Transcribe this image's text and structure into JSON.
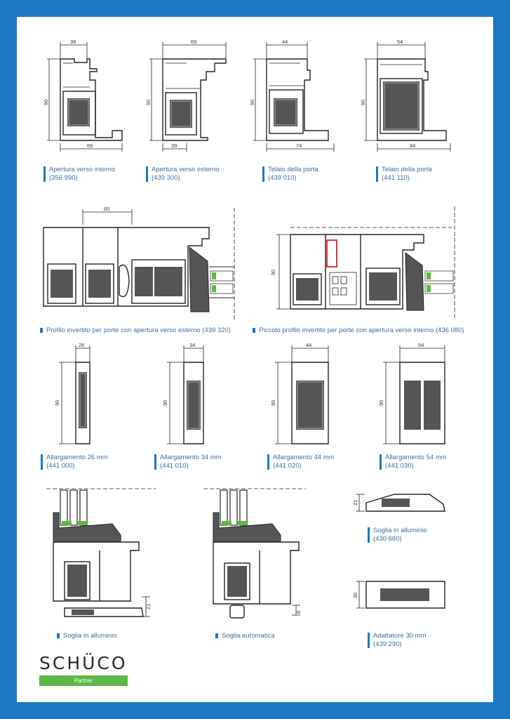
{
  "brand": {
    "logo_text": "SCHÜCO",
    "partner_label": "Partner",
    "frame_color": "#1a78c2",
    "accent_green": "#5cb846"
  },
  "row1": [
    {
      "name": "Apertura verso interno",
      "code": "(356 990)",
      "top_dim": "39",
      "height_dim": "90",
      "bottom_dim": "69"
    },
    {
      "name": "Apertura verso esterno",
      "code": "(439 300)",
      "top_dim": "69",
      "height_dim": "90",
      "bottom_dim": "39"
    },
    {
      "name": "Telaio della porta",
      "code": "(439 010)",
      "top_dim": "44",
      "height_dim": "90",
      "bottom_dim": "74"
    },
    {
      "name": "Telaio della porta",
      "code": "(441 110)",
      "top_dim": "54",
      "height_dim": "90",
      "bottom_dim": "84"
    }
  ],
  "row2": [
    {
      "caption": "Profilo invertito per porte con apertura verso esterno (439 320)",
      "top_dim": "60"
    },
    {
      "caption": "Piccolo profilo invertito per porte con apertura verso interno (436 080)",
      "height_dim": "90"
    }
  ],
  "row3": [
    {
      "name": "Allargamento 26 mm",
      "code": "(441 000)",
      "top_dim": "26",
      "height_dim": "90"
    },
    {
      "name": "Allargamento 34 mm",
      "code": "(441 010)",
      "top_dim": "34",
      "height_dim": "90"
    },
    {
      "name": "Allargamento 44 mm",
      "code": "(441 020)",
      "top_dim": "44",
      "height_dim": "90"
    },
    {
      "name": "Allargamento 54 mm",
      "code": "(441 030)",
      "top_dim": "54",
      "height_dim": "90"
    }
  ],
  "row4": [
    {
      "caption": "Soglia in alluminio",
      "side_dim": "21"
    },
    {
      "caption": "Soglia automatica",
      "side_dim": "8"
    }
  ],
  "row4_right": [
    {
      "name": "Soglia in alluminio",
      "code": "(430 680)",
      "side_dim": "21"
    },
    {
      "name": "Adattatore 30 mm",
      "code": "(439 290)",
      "side_dim": "30"
    }
  ]
}
